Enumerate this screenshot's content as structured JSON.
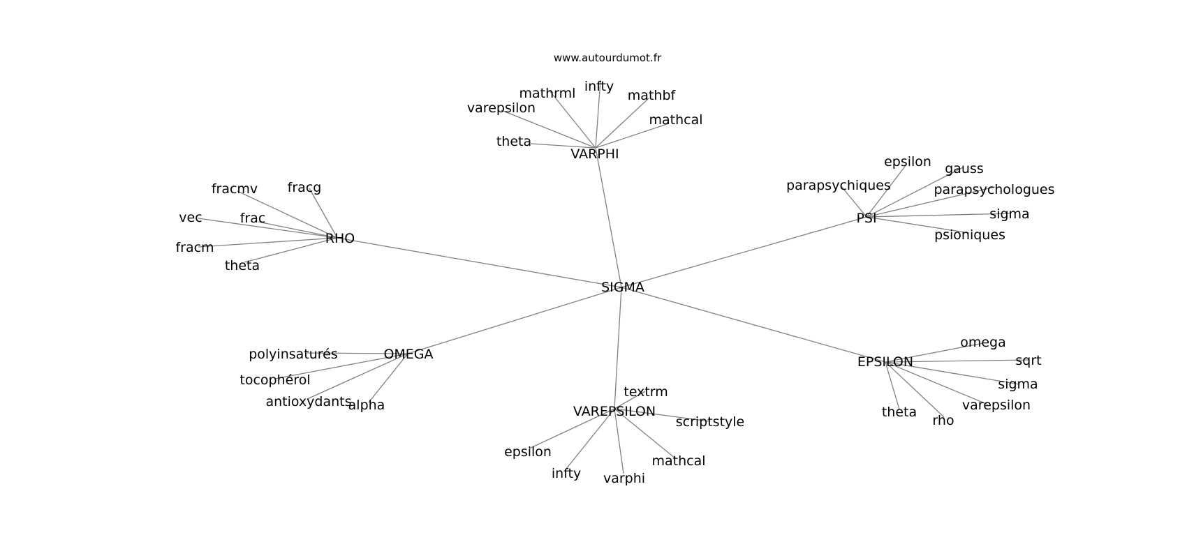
{
  "watermark": "www.autourdumot.fr",
  "colors": {
    "edge": "#808080",
    "text": "#000000",
    "background": "#ffffff"
  },
  "center": {
    "id": "sigma",
    "label": "SIGMA"
  },
  "hubs": [
    {
      "id": "varphi",
      "label": "VARPHI",
      "leaves": [
        {
          "id": "varphi-theta",
          "label": "theta"
        },
        {
          "id": "varphi-varepsilon",
          "label": "varepsilon"
        },
        {
          "id": "varphi-mathrml",
          "label": "mathrml"
        },
        {
          "id": "varphi-infty",
          "label": "infty"
        },
        {
          "id": "varphi-mathbf",
          "label": "mathbf"
        },
        {
          "id": "varphi-mathcal",
          "label": "mathcal"
        }
      ]
    },
    {
      "id": "rho",
      "label": "RHO",
      "leaves": [
        {
          "id": "rho-fracmv",
          "label": "fracmv"
        },
        {
          "id": "rho-fracg",
          "label": "fracg"
        },
        {
          "id": "rho-vec",
          "label": "vec"
        },
        {
          "id": "rho-frac",
          "label": "frac"
        },
        {
          "id": "rho-fracm",
          "label": "fracm"
        },
        {
          "id": "rho-theta",
          "label": "theta"
        }
      ]
    },
    {
      "id": "psi",
      "label": "PSI",
      "leaves": [
        {
          "id": "psi-epsilon",
          "label": "epsilon"
        },
        {
          "id": "psi-gauss",
          "label": "gauss"
        },
        {
          "id": "psi-parapsychiques",
          "label": "parapsychiques"
        },
        {
          "id": "psi-parapsychologues",
          "label": "parapsychologues"
        },
        {
          "id": "psi-sigma",
          "label": "sigma"
        },
        {
          "id": "psi-psioniques",
          "label": "psioniques"
        }
      ]
    },
    {
      "id": "omega",
      "label": "OMEGA",
      "leaves": [
        {
          "id": "omega-polyinsatures",
          "label": "polyinsaturés"
        },
        {
          "id": "omega-tocopherol",
          "label": "tocophérol"
        },
        {
          "id": "omega-antioxydants",
          "label": "antioxydants"
        },
        {
          "id": "omega-alpha",
          "label": "alpha"
        }
      ]
    },
    {
      "id": "varepsilon",
      "label": "VAREPSILON",
      "leaves": [
        {
          "id": "varepsilon-textrm",
          "label": "textrm"
        },
        {
          "id": "varepsilon-scriptstyle",
          "label": "scriptstyle"
        },
        {
          "id": "varepsilon-epsilon",
          "label": "epsilon"
        },
        {
          "id": "varepsilon-infty",
          "label": "infty"
        },
        {
          "id": "varepsilon-varphi",
          "label": "varphi"
        },
        {
          "id": "varepsilon-mathcal",
          "label": "mathcal"
        }
      ]
    },
    {
      "id": "epsilon",
      "label": "EPSILON",
      "leaves": [
        {
          "id": "epsilon-omega",
          "label": "omega"
        },
        {
          "id": "epsilon-sqrt",
          "label": "sqrt"
        },
        {
          "id": "epsilon-sigma",
          "label": "sigma"
        },
        {
          "id": "epsilon-varepsilon",
          "label": "varepsilon"
        },
        {
          "id": "epsilon-theta",
          "label": "theta"
        },
        {
          "id": "epsilon-rho",
          "label": "rho"
        }
      ]
    }
  ]
}
